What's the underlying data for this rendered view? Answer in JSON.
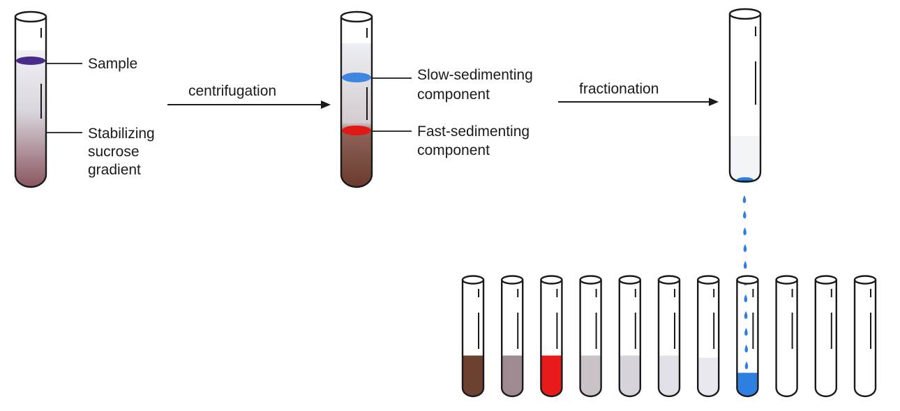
{
  "labels": {
    "sample": "Sample",
    "stabilizing": [
      "Stabilizing",
      "sucrose",
      "gradient"
    ],
    "centrifugation": "centrifugation",
    "slow": [
      "Slow-sedimenting",
      "component"
    ],
    "fast": [
      "Fast-sedimenting",
      "component"
    ],
    "fractionation": "fractionation"
  },
  "colors": {
    "sample_band": "#4a2a8c",
    "slow_band": "#3f86e0",
    "fast_band": "#e01818",
    "gradient_light": "#e8e6ea",
    "gradient_dark": "#8a5560",
    "centrifuged_dark": "#6b3a2e",
    "drop": "#2f7fe0",
    "collected_top": "#f2f4f8"
  },
  "fractions": [
    {
      "fill": "#6e4030",
      "level": 0.3
    },
    {
      "fill": "#9e8a90",
      "level": 0.3
    },
    {
      "fill": "#e81a1a",
      "level": 0.3
    },
    {
      "fill": "#c9c2c8",
      "level": 0.3
    },
    {
      "fill": "#d6d4da",
      "level": 0.3
    },
    {
      "fill": "#e0e0e6",
      "level": 0.3
    },
    {
      "fill": "#e8e8ee",
      "level": 0.28
    },
    {
      "fill": "#2f7fe0",
      "level": 0.14
    },
    {
      "fill": "none",
      "level": 0
    },
    {
      "fill": "none",
      "level": 0
    },
    {
      "fill": "none",
      "level": 0
    }
  ]
}
